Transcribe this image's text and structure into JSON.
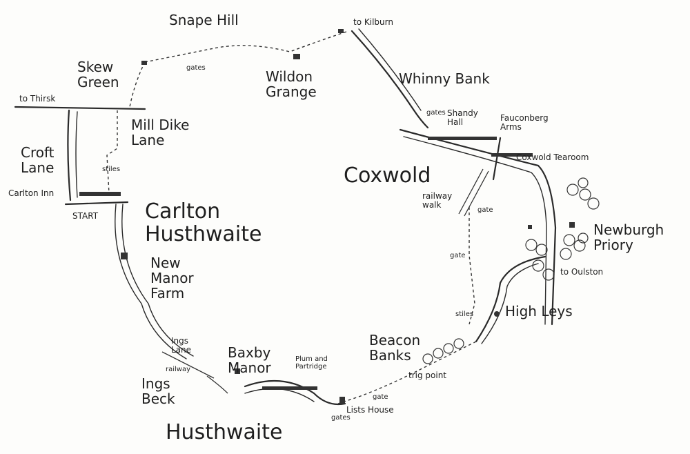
{
  "labels": {
    "snape_hill": "Snape Hill",
    "to_kilburn": "to Kilburn",
    "skew_green": "Skew\nGreen",
    "gates_top": "gates",
    "wildon_grange": "Wildon\nGrange",
    "whinny_bank": "Whinny Bank",
    "to_thirsk": "to Thirsk",
    "mill_dike_lane": "Mill Dike\nLane",
    "gates_shandy": "gates",
    "shandy_hall": "Shandy\nHall",
    "fauconberg_arms": "Fauconberg\nArms",
    "croft_lane": "Croft\nLane",
    "stiles_left": "stiles",
    "coxwold_tearoom": "Coxwold Tearoom",
    "coxwold": "Coxwold",
    "carlton_inn": "Carlton Inn",
    "railway_walk": "railway\nwalk",
    "gate_rail": "gate",
    "start": "START",
    "carlton_husthwaite": "Carlton\nHusthwaite",
    "newburgh_priory": "Newburgh\nPriory",
    "new_manor_farm": "New\nManor\nFarm",
    "gate_mid": "gate",
    "to_oulston": "to Oulston",
    "high_leys": "High Leys",
    "stiles_right": "stiles",
    "beacon_banks": "Beacon\nBanks",
    "ings_lane": "Ings\nLane",
    "baxby_manor": "Baxby\nManor",
    "plum_and_partridge": "Plum and\nPartridge",
    "trig_point": "trig point",
    "railway_bottom": "railway",
    "ings_beck": "Ings\nBeck",
    "gate_bottom": "gate",
    "lists_house": "Lists House",
    "gates_bottom": "gates",
    "husthwaite": "Husthwaite"
  }
}
